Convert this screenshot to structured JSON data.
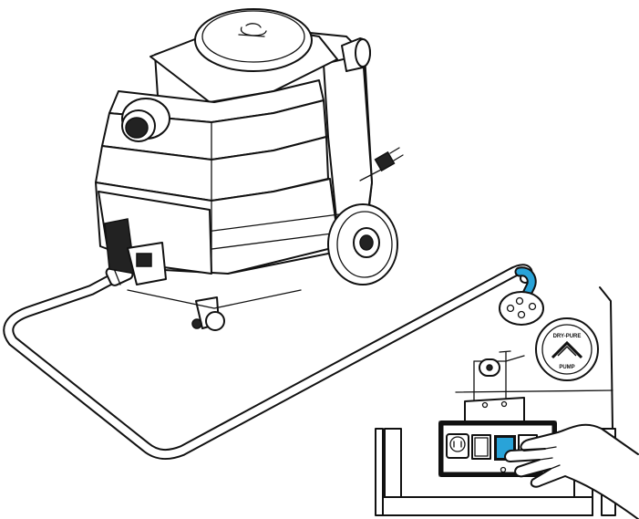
{
  "diagram": {
    "accent_color": "#29a3d8",
    "line_color": "#111111",
    "background": "#ffffff",
    "badge": {
      "top_text": "DRY-PURE",
      "bottom_text": "PUMP"
    },
    "icons": [
      "extractor-machine",
      "hose",
      "floor-drain",
      "pump-out-badge",
      "control-panel",
      "outlet-icon",
      "switch-icon",
      "hand-icon"
    ]
  }
}
